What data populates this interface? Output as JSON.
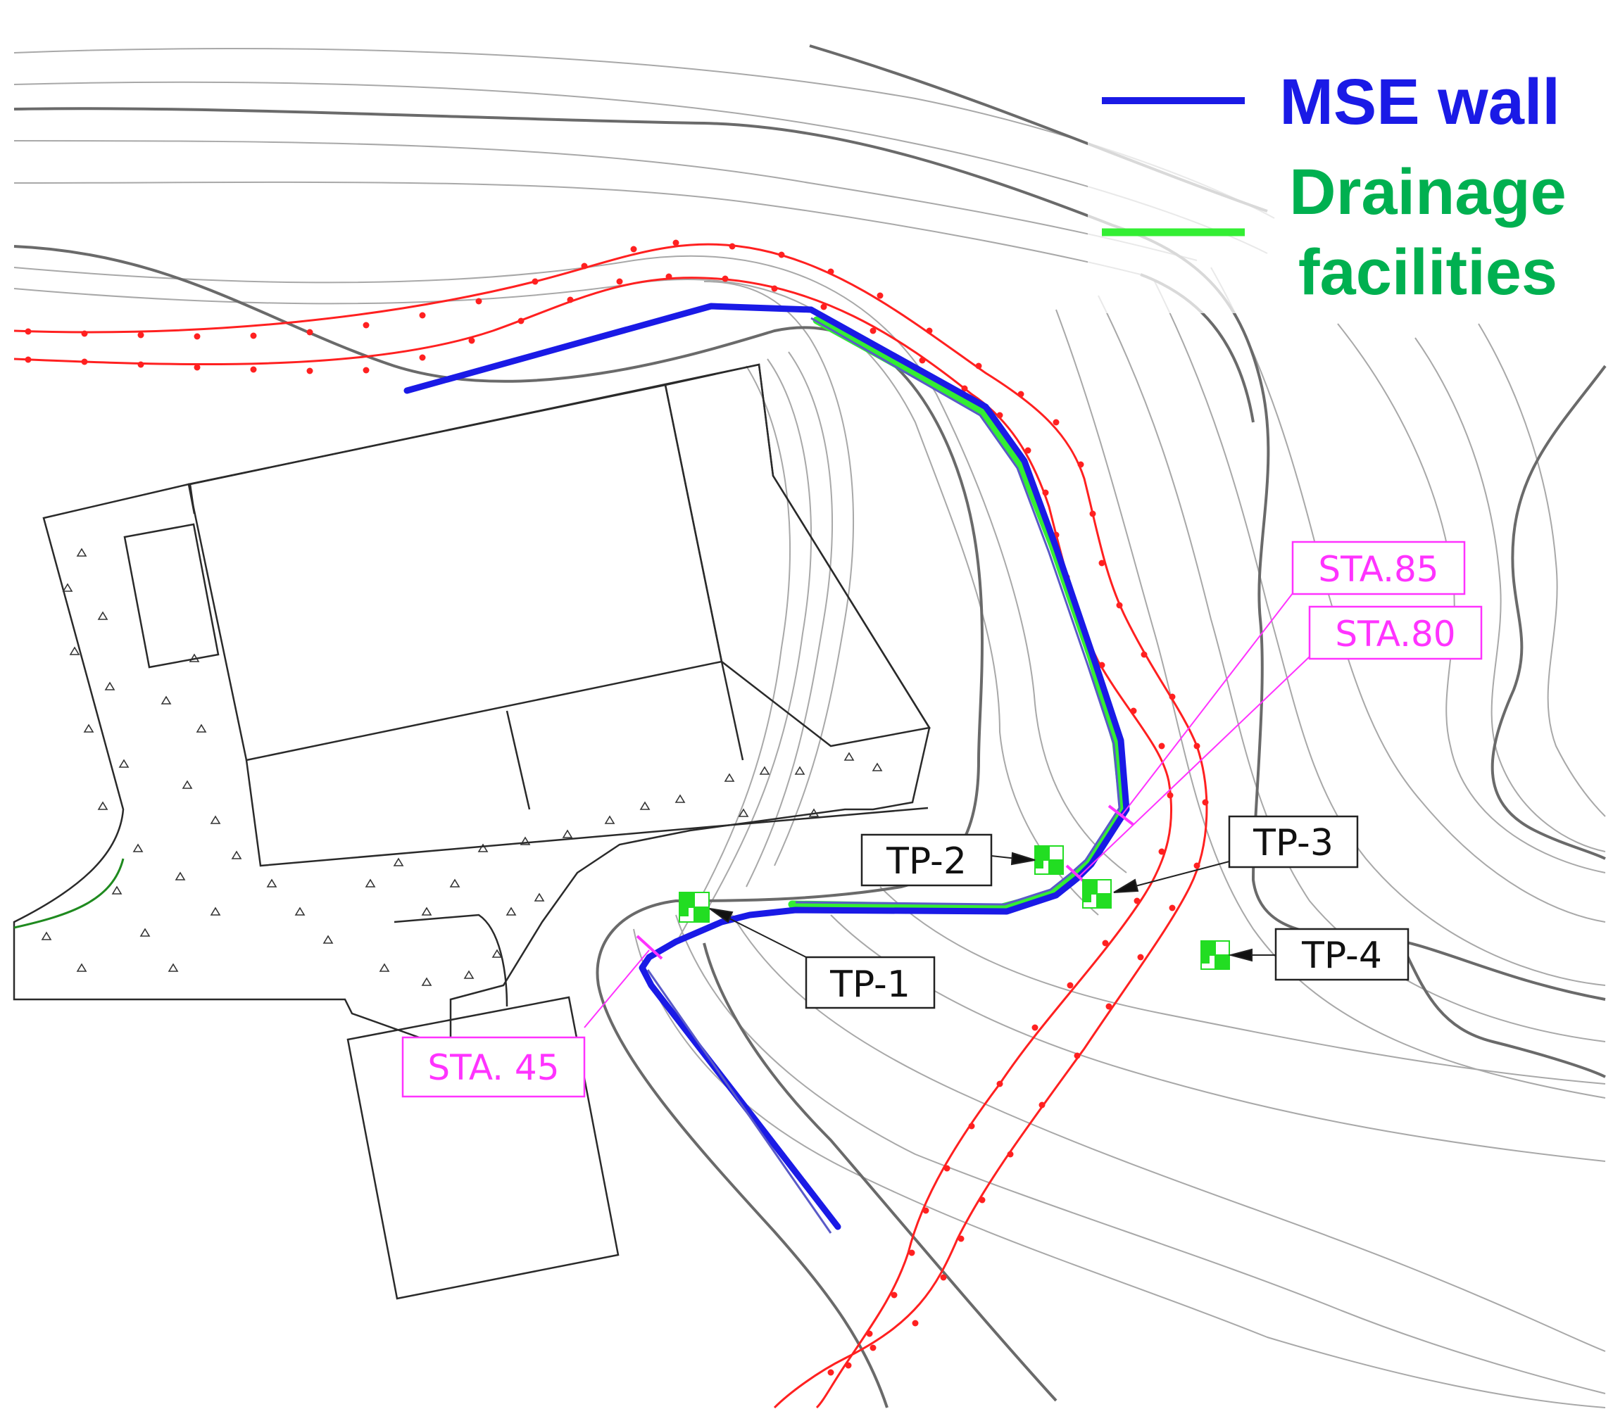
{
  "legend": {
    "mse_wall": {
      "label": "MSE wall",
      "color": "#1a1ae6"
    },
    "drainage": {
      "line1": "Drainage",
      "line2": "facilities",
      "line_color": "#33ee33",
      "text_color": "#00b050"
    }
  },
  "stations": [
    {
      "id": "sta-85",
      "label": "STA.85"
    },
    {
      "id": "sta-80",
      "label": "STA.80"
    },
    {
      "id": "sta-45",
      "label": "STA. 45"
    }
  ],
  "test_pits": [
    {
      "id": "tp-1",
      "label": "TP-1"
    },
    {
      "id": "tp-2",
      "label": "TP-2"
    },
    {
      "id": "tp-3",
      "label": "TP-3"
    },
    {
      "id": "tp-4",
      "label": "TP-4"
    }
  ],
  "colors": {
    "station_magenta": "#ff33ff",
    "boundary_red": "#ff2020",
    "contour_gray": "#a0a0a0",
    "contour_dark": "#666666",
    "outline_black": "#222222",
    "marker_green": "#22dd22"
  }
}
